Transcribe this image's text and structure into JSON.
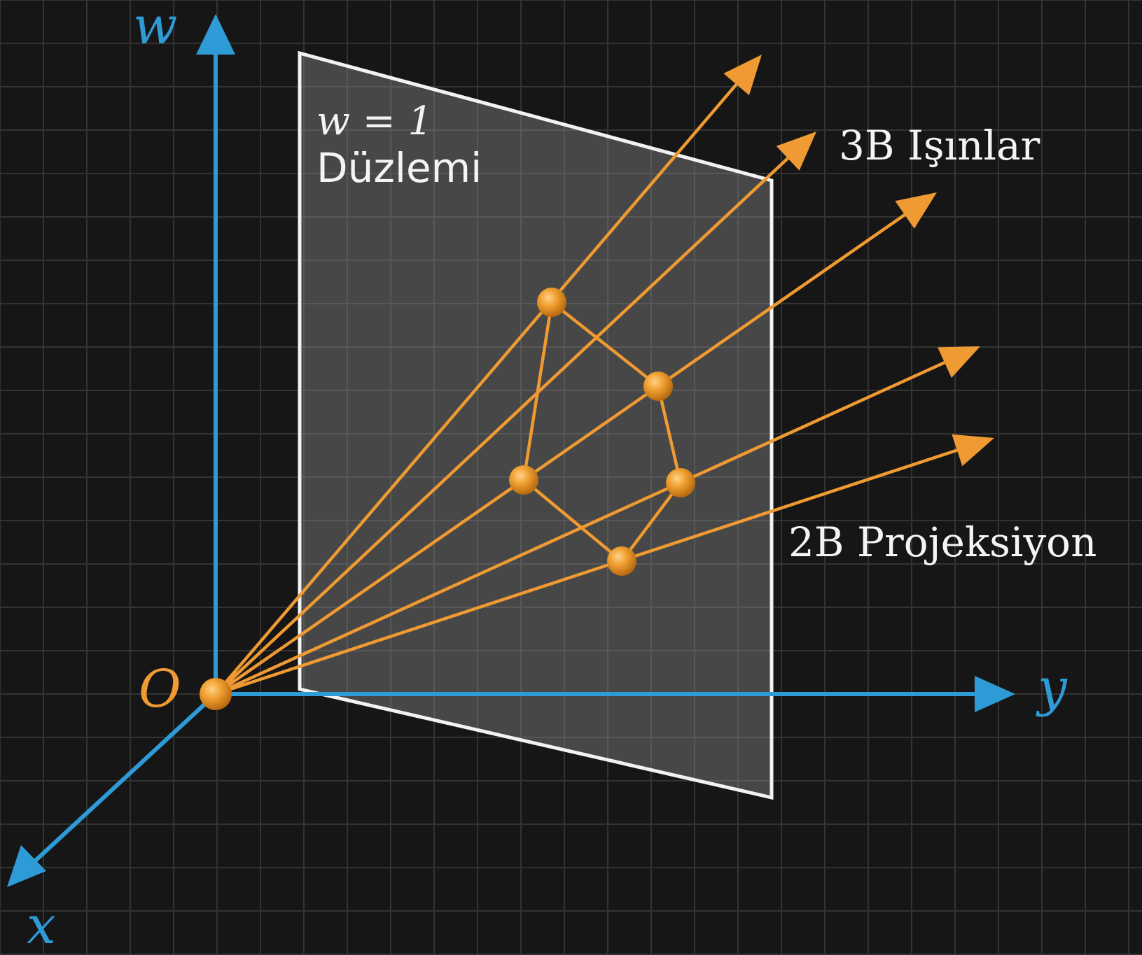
{
  "colors": {
    "background": "#161616",
    "grid": "#3a3a3a",
    "axis": "#2f9bd6",
    "ray": "#ef9a32",
    "point": "#f0a030",
    "plane_fill": "#8c8c8c",
    "plane_edge": "#f2f2f2",
    "text": "#f4f4f4"
  },
  "axes": {
    "w_label": "w",
    "y_label": "y",
    "x_label": "x",
    "origin_label": "O"
  },
  "plane": {
    "equation": "w = 1",
    "name": "Düzlemi"
  },
  "labels": {
    "rays": "3B Işınlar",
    "projection": "2B Projeksiyon"
  },
  "icons": {
    "axis_arrow": "triangle-arrowhead",
    "point": "sphere"
  }
}
